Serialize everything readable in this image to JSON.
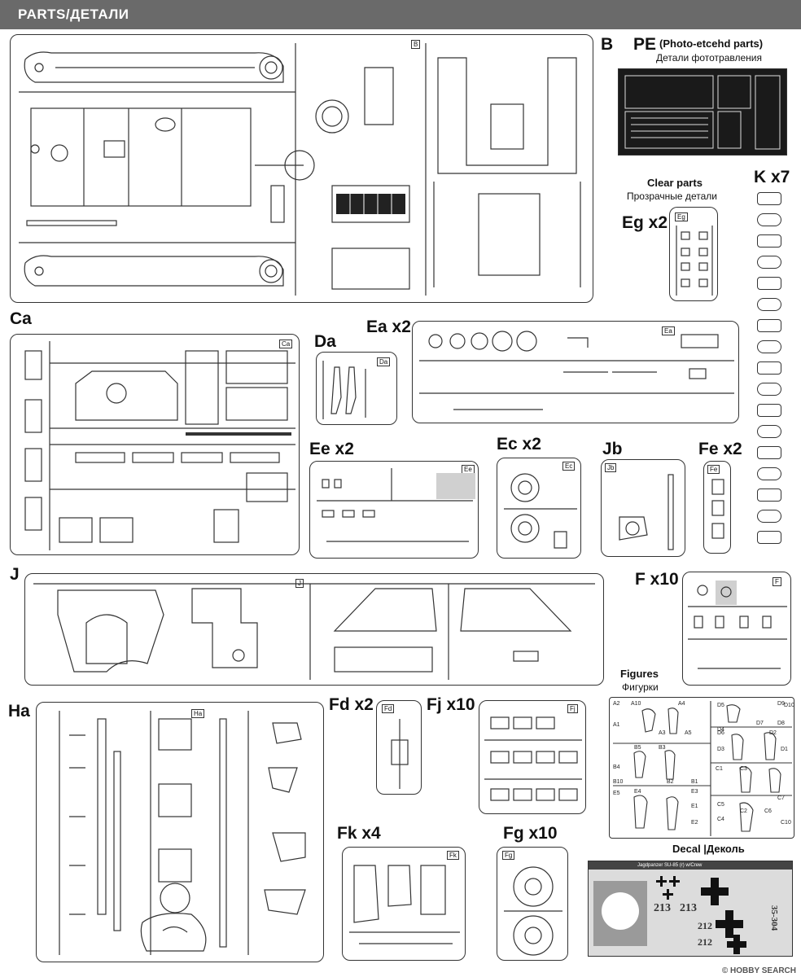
{
  "header": {
    "title": "PARTS/ДЕТАЛИ"
  },
  "labels": {
    "B": "B",
    "PE": "PE",
    "PE_en": "(Photo-etcehd parts)",
    "PE_ru": "Детали фототравления",
    "clear_en": "Clear parts",
    "clear_ru": "Прозрачные детали",
    "Eg": "Eg x2",
    "K": "K x7",
    "Ca": "Ca",
    "Da": "Da",
    "Ea": "Ea x2",
    "Ee": "Ee x2",
    "Ec": "Ec x2",
    "Jb": "Jb",
    "Fe": "Fe x2",
    "J": "J",
    "F": "F x10",
    "figures_en": "Figures",
    "figures_ru": "Фигурки",
    "Ha": "Ha",
    "Fd": "Fd x2",
    "Fj": "Fj x10",
    "Fk": "Fk x4",
    "Fg": "Fg x10",
    "decal": "Decal |Деколь"
  },
  "frame_ids": {
    "B": "B",
    "Ca": "Ca",
    "Da": "Da",
    "Ea": "Ea",
    "Ee": "Ee",
    "Ec": "Ec",
    "Jb": "Jb",
    "Fe": "Fe",
    "J": "J",
    "F": "F",
    "Ha": "Ha",
    "Fd": "Fd",
    "Fj": "Fj",
    "Fk": "Fk",
    "Fg": "Fg",
    "Eg": "Eg"
  },
  "decal": {
    "title": "Jagdpanzer SU-85 (r) w/Crew",
    "numbers": [
      "213",
      "213",
      "212",
      "212"
    ],
    "code": "35-304"
  },
  "watermark": "© HOBBY SEARCH",
  "figure_codes": [
    "A1",
    "A2",
    "A3",
    "A4",
    "A5",
    "A10",
    "B1",
    "B2",
    "B3",
    "B4",
    "B5",
    "B10",
    "C1",
    "C2",
    "C3",
    "C4",
    "C5",
    "C6",
    "C7",
    "C10",
    "D1",
    "D2",
    "D3",
    "D4",
    "D5",
    "D6",
    "D7",
    "D8",
    "D9",
    "D10",
    "E1",
    "E2",
    "E3",
    "E4",
    "E5"
  ],
  "colors": {
    "header_bg": "#6a6a6a",
    "line": "#333333"
  }
}
